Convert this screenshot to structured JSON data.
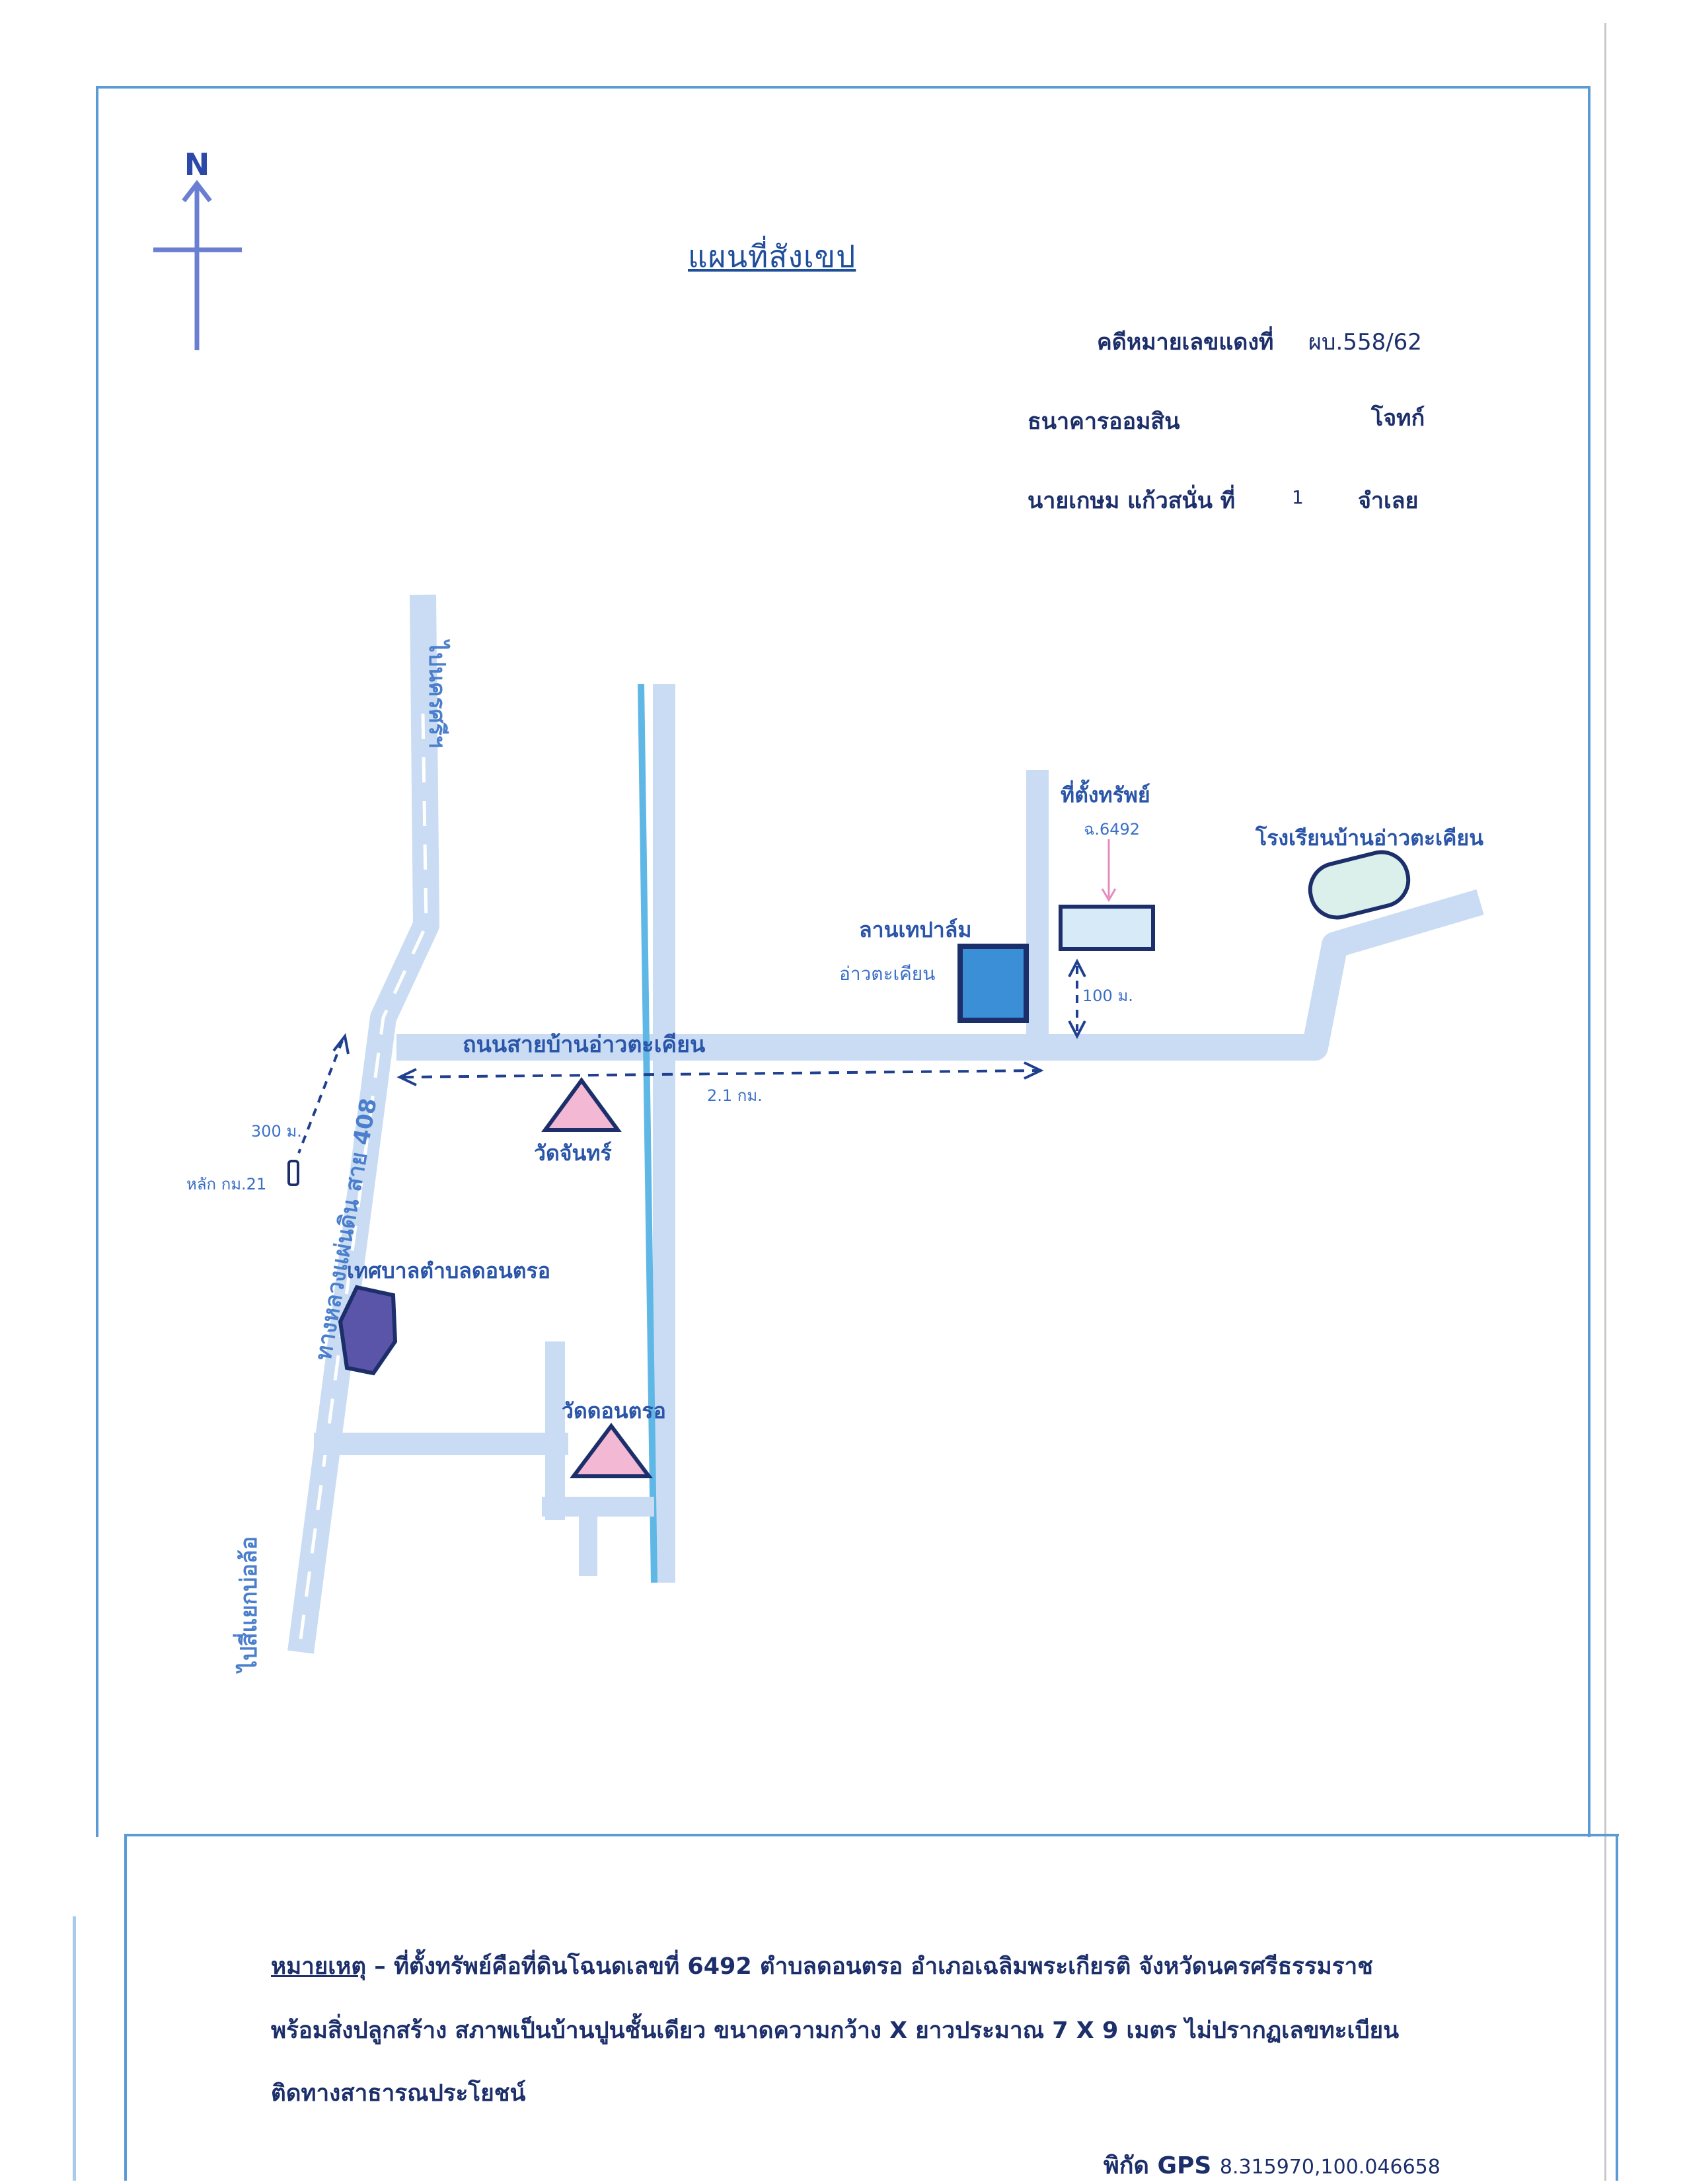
{
  "document": {
    "title": "แผนที่สังเขป",
    "north_label": "N",
    "case": {
      "number_label": "คดีหมายเลขแดงที่",
      "number_value": "ผบ.558/62",
      "plaintiff_name": "ธนาคารออมสิน",
      "plaintiff_role": "โจทก์",
      "defendant_name": "นายเกษม  แก้วสนั่น  ที่",
      "defendant_no": "1",
      "defendant_role": "จำเลย"
    }
  },
  "map": {
    "labels": {
      "road_north": "ไปนครศรีฯ",
      "road_south": "ไปสี่แยกบ่อล้อ",
      "highway": "ทางหลวงแผ่นดิน  สาย 408",
      "village_road": "ถนนสายบ้านอ่าวตะเคียน",
      "property": "ที่ตั้งทรัพย์",
      "deed": "ฉ.6492",
      "school": "โรงเรียนบ้านอ่าวตะเคียน",
      "palm_yard_1": "ลานเทปาล์ม",
      "palm_yard_2": "อ่าวตะเคียน",
      "dist_100": "100 ม.",
      "dist_2_1": "2.1 กม.",
      "dist_300": "300 ม.",
      "km_post": "หลัก กม.21",
      "wat_chan": "วัดจันทร์",
      "municipality": "เทศบาลตำบลดอนตรอ",
      "wat_don_tro": "วัดดอนตรอ"
    },
    "colors": {
      "road": "#c9dcf3",
      "canal": "#5fb7e6",
      "temple": "#f3b8d4",
      "palm_yard": "#3a8fd6",
      "municipality": "#5a55a8",
      "property": "#d6ebf7",
      "school": "#dbf0ea",
      "dashed_arrow": "#1f3f8f"
    }
  },
  "note": {
    "heading": "หมายเหตุ",
    "line1": "– ที่ตั้งทรัพย์คือที่ดินโฉนดเลขที่  6492   ตำบลดอนตรอ  อำเภอเฉลิมพระเกียรติ  จังหวัดนครศรีธรรมราช",
    "line2": "พร้อมสิ่งปลูกสร้าง  สภาพเป็นบ้านปูนชั้นเดียว  ขนาดความกว้าง X ยาวประมาณ 7 X 9 เมตร ไม่ปรากฏเลขทะเบียน",
    "line3": "ติดทางสาธารณประโยชน์",
    "gps_label": "พิกัด  GPS",
    "gps_value": "8.315970,100.046658"
  }
}
